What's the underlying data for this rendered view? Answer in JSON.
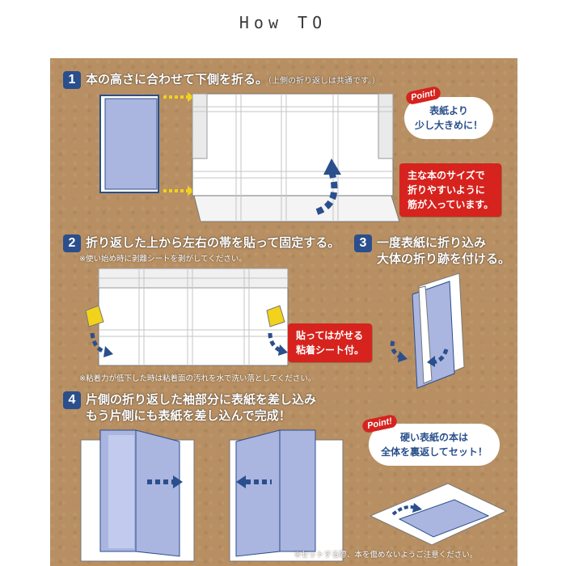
{
  "title": "How TO",
  "step1": {
    "number": "1",
    "title": "本の高さに合わせて下側を折る。",
    "sub": "（上側の折り返しは共通です。）",
    "point_tag": "Point!",
    "point_text": [
      "表紙より",
      "少し大きめに！"
    ],
    "callout": [
      "主な本のサイズで",
      "折りやすいように",
      "筋が入っています。"
    ]
  },
  "step2": {
    "number": "2",
    "title": "折り返した上から左右の帯を貼って固定する。",
    "note_top": "※使い始め時に剥離シートを剥がしてください。",
    "callout": [
      "貼ってはがせる",
      "粘着シート付。"
    ],
    "note_bottom": "※粘着力が低下した時は粘着面の汚れを水で洗い落としてください。"
  },
  "step3": {
    "number": "3",
    "title": [
      "一度表紙に折り込み",
      "大体の折り跡を付ける。"
    ]
  },
  "step4": {
    "number": "4",
    "title": [
      "片側の折り返した袖部分に表紙を差し込み",
      "もう片側にも表紙を差し込んで完成！"
    ],
    "point_tag": "Point!",
    "point_text": [
      "硬い表紙の本は",
      "全体を裏返してセット！"
    ],
    "note": "※セットする際、本を傷めないようご注意ください。"
  },
  "colors": {
    "board": "#b78f62",
    "accent_blue": "#2a4f8c",
    "accent_red": "#d6231e",
    "book_blue": "#aab5e0"
  }
}
